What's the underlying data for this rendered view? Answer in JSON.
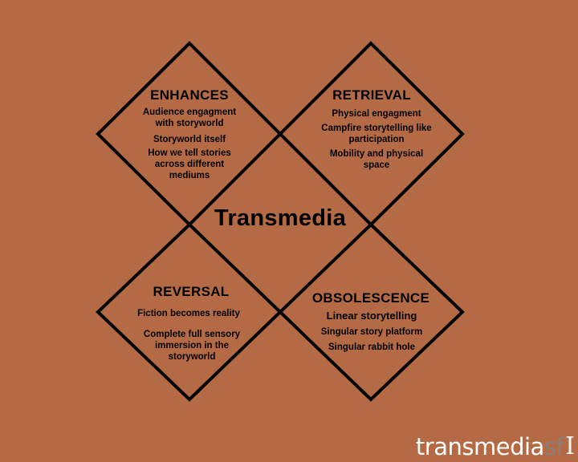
{
  "center": {
    "title": "Transmedia"
  },
  "quadrants": [
    {
      "id": "enhances",
      "title": "ENHANCES",
      "items": [
        [
          "Audience engagment",
          "with  storyworld"
        ],
        [
          "Storyworld itself"
        ],
        [
          "How we tell stories",
          "across different",
          "mediums"
        ]
      ]
    },
    {
      "id": "retrieval",
      "title": "RETRIEVAL",
      "items": [
        [
          "Physical engagment"
        ],
        [
          "Campfire storytelling like",
          "participation"
        ],
        [
          "Mobility and physical",
          "space"
        ]
      ]
    },
    {
      "id": "reversal",
      "title": "REVERSAL",
      "items": [
        [
          "Fiction becomes reality"
        ],
        [
          "Complete full sensory",
          "immersion in the",
          "storyworld"
        ]
      ]
    },
    {
      "id": "obsolescence",
      "title": "OBSOLESCENCE",
      "items": [
        [
          "Linear storytelling"
        ],
        [
          "Singular story platform"
        ],
        [
          "Singular rabbit hole"
        ]
      ]
    }
  ],
  "logo": {
    "word": "transmedia",
    "suffix": "sf"
  },
  "colors": {
    "background": "#B46B45",
    "stroke": "#000000"
  }
}
